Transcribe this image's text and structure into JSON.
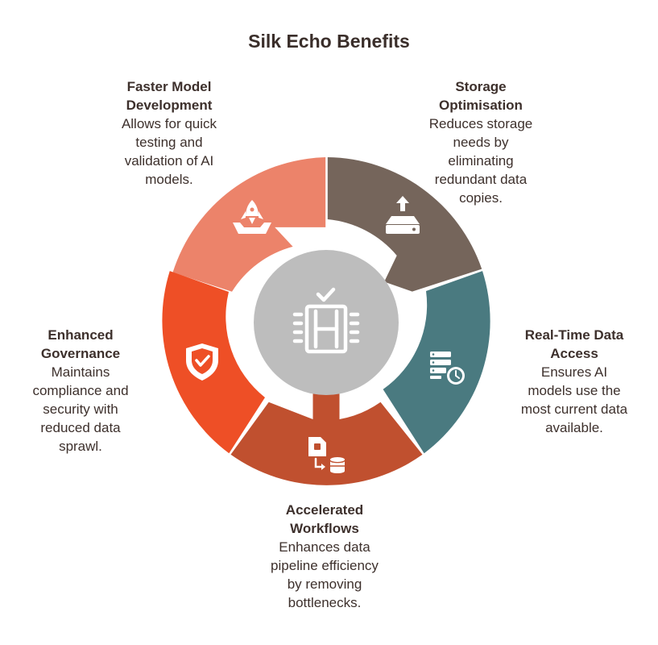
{
  "title": "Silk Echo Benefits",
  "colors": {
    "faster": "#ec836a",
    "storage": "#75655b",
    "realtime": "#4a7a80",
    "workflows": "#c0502f",
    "governance": "#ee4f26",
    "hub": "#bdbdbd",
    "icon": "#ffffff"
  },
  "segments": [
    {
      "id": "faster",
      "heading_lines": [
        "Faster Model",
        "Development"
      ],
      "desc_lines": [
        "Allows for quick",
        "testing and",
        "validation of AI",
        "models."
      ],
      "icon": "rocket-icon"
    },
    {
      "id": "storage",
      "heading_lines": [
        "Storage",
        "Optimisation"
      ],
      "desc_lines": [
        "Reduces storage",
        "needs by",
        "eliminating",
        "redundant data",
        "copies."
      ],
      "icon": "storage-upload-icon"
    },
    {
      "id": "realtime",
      "heading_lines": [
        "Real-Time Data",
        "Access"
      ],
      "desc_lines": [
        "Ensures AI",
        "models use the",
        "most current data",
        "available."
      ],
      "icon": "server-clock-icon"
    },
    {
      "id": "workflows",
      "heading_lines": [
        "Accelerated",
        "Workflows"
      ],
      "desc_lines": [
        "Enhances data",
        "pipeline efficiency",
        "by removing",
        "bottlenecks."
      ],
      "icon": "file-to-database-icon"
    },
    {
      "id": "governance",
      "heading_lines": [
        "Enhanced",
        "Governance"
      ],
      "desc_lines": [
        "Maintains",
        "compliance and",
        "security with",
        "reduced data",
        "sprawl."
      ],
      "icon": "shield-check-icon"
    }
  ],
  "hub_icon": "film-strip-check-icon"
}
